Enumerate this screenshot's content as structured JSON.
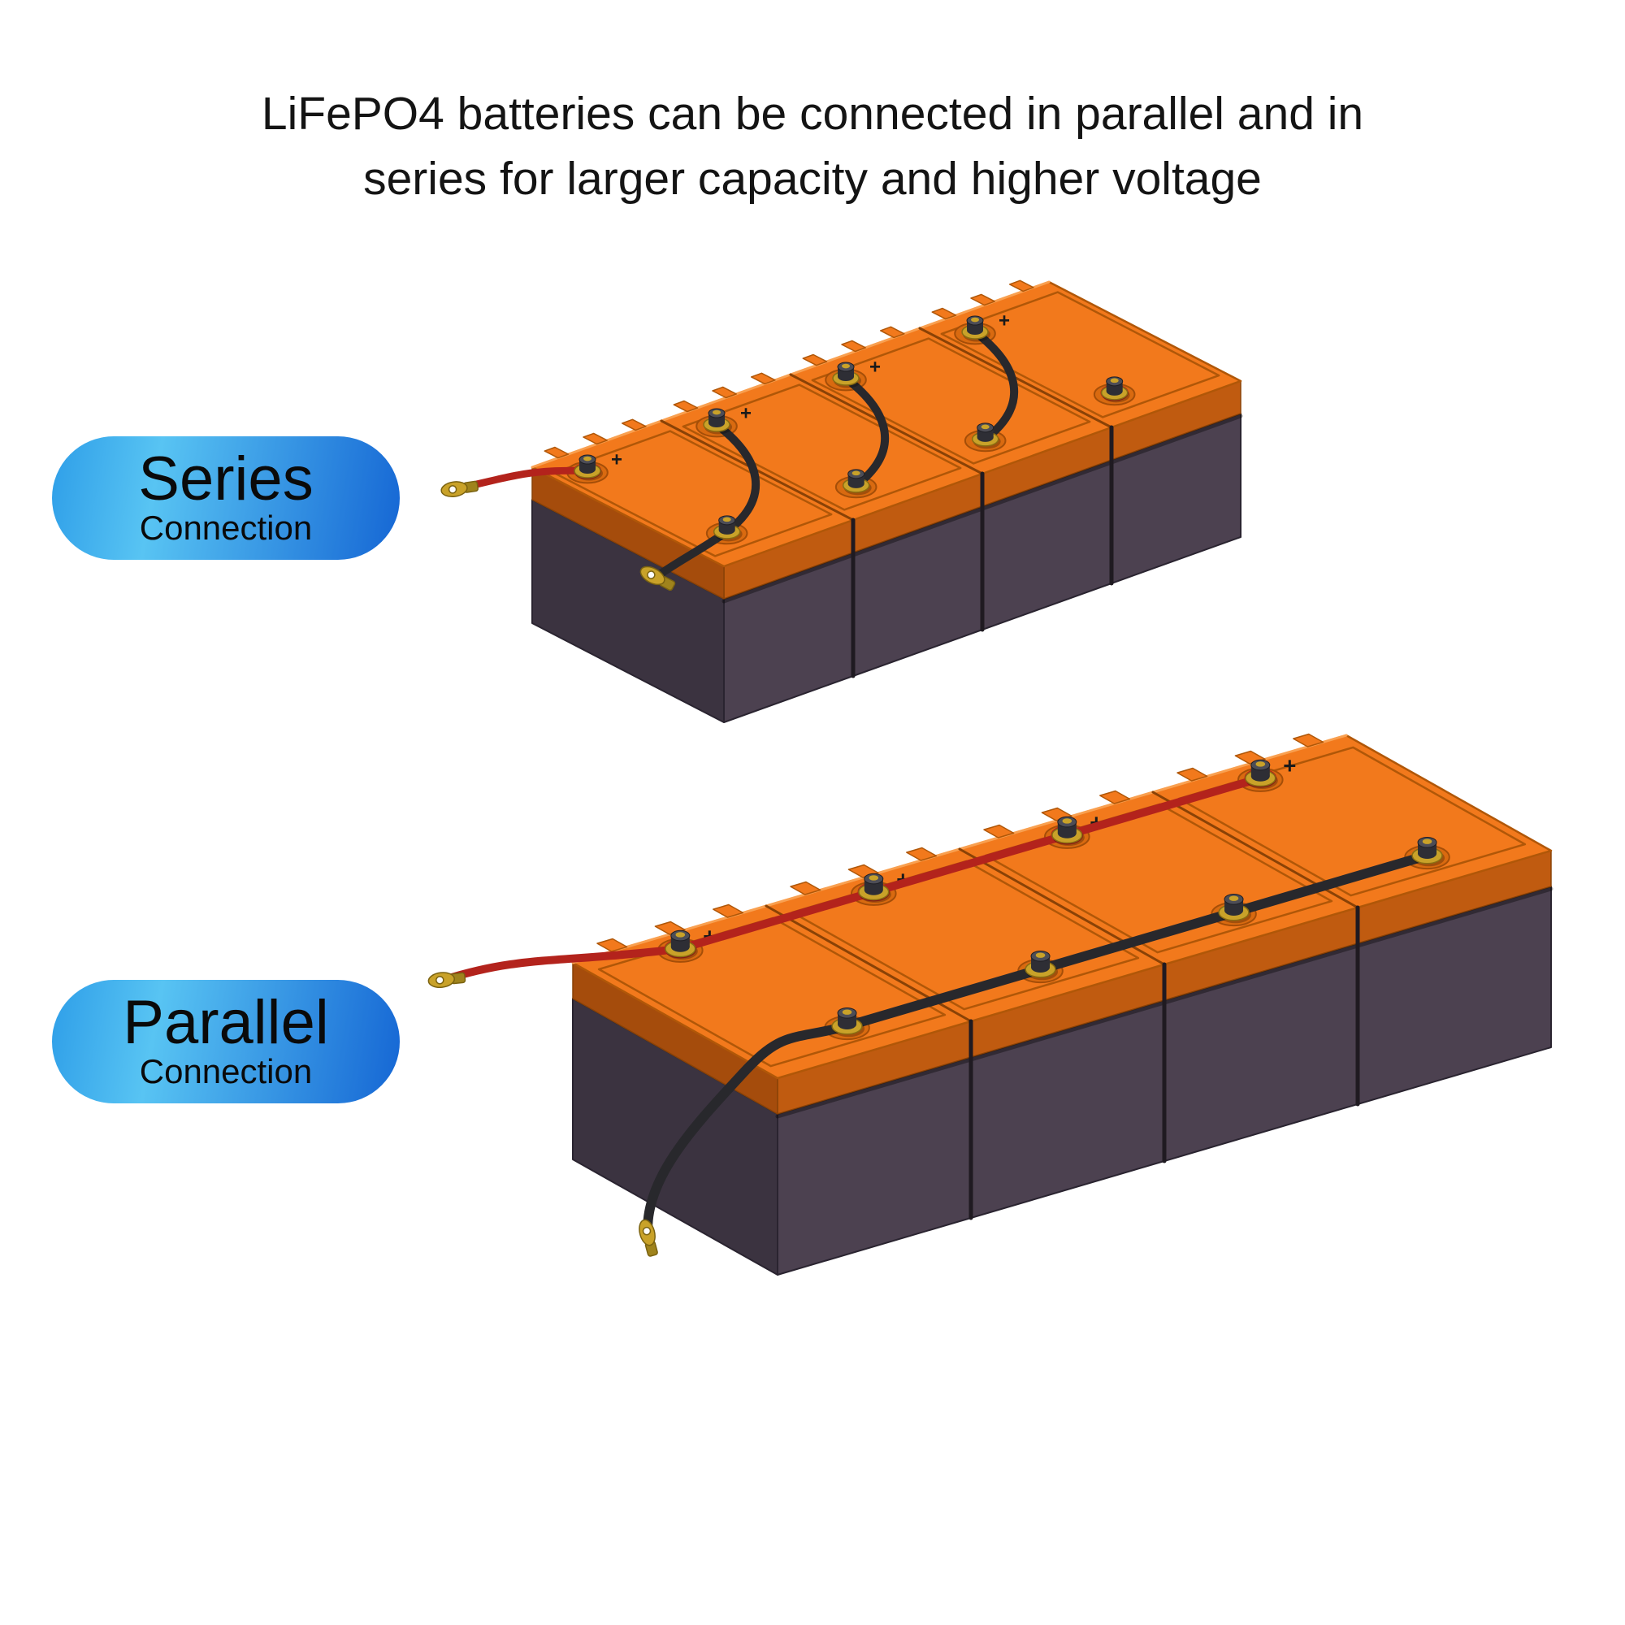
{
  "title": {
    "line1": "LiFePO4 batteries can be connected in parallel and in",
    "line2": "series for larger capacity and higher voltage"
  },
  "badges": {
    "series": {
      "label": "Series",
      "sublabel": "Connection"
    },
    "parallel": {
      "label": "Parallel",
      "sublabel": "Connection"
    }
  },
  "diagram": {
    "series": {
      "battery_count": 4,
      "connection_type": "series",
      "plus_mark": "+"
    },
    "parallel": {
      "battery_count": 4,
      "connection_type": "parallel",
      "plus_mark": "+"
    }
  },
  "colors": {
    "badge_gradient_start": "#2E9EE8",
    "badge_gradient_mid": "#58C4F3",
    "badge_gradient_end": "#1566D4",
    "battery_top": "#F2791C",
    "battery_top_edge": "#B05708",
    "battery_lid_front": "#C05B10",
    "battery_lid_side": "#A54C0C",
    "battery_body_front": "#4C4150",
    "battery_body_side": "#3B3340",
    "positive_cable": "#B3231C",
    "negative_cable": "#28282C",
    "terminal_gold": "#C9A229",
    "text": "#1A1A1A"
  }
}
